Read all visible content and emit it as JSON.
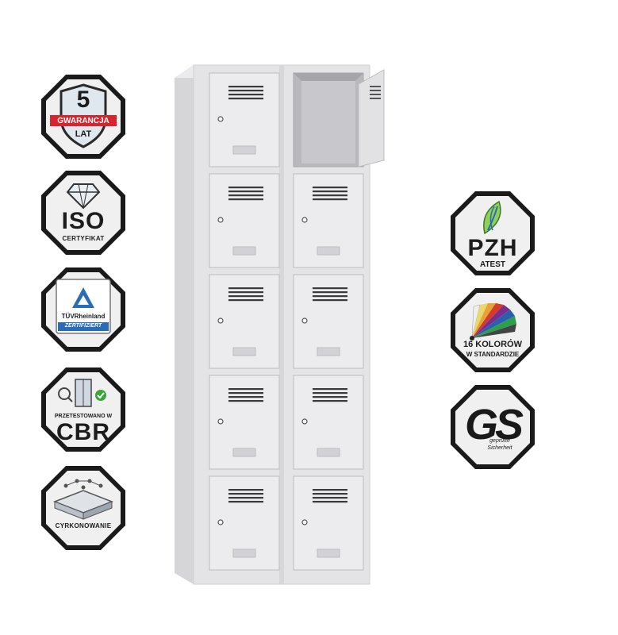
{
  "badges_left": [
    {
      "id": "warranty",
      "number": "5",
      "ribbon": "GWARANCJA",
      "sub": "LAT",
      "icon": "shield-icon"
    },
    {
      "id": "iso",
      "title": "ISO",
      "sub": "CERTYFIKAT",
      "icon": "diamond-icon"
    },
    {
      "id": "tuv",
      "brand": "TÜVRheinland",
      "sub": "ZERTIFIZIERT",
      "icon": "tuv-triangle-icon"
    },
    {
      "id": "cbr",
      "top": "PRZETESTOWANO W",
      "title": "CBR",
      "icon": "locker-test-icon"
    },
    {
      "id": "zinc",
      "sub": "CYRKONOWANIE",
      "icon": "coating-layers-icon"
    }
  ],
  "badges_right": [
    {
      "id": "pzh",
      "title": "PZH",
      "sub": "ATEST",
      "icon": "leaf-dna-icon"
    },
    {
      "id": "colors",
      "title": "16 KOLORÓW",
      "sub": "W STANDARDZIE",
      "icon": "color-fan-icon"
    },
    {
      "id": "gs",
      "title": "GS",
      "sub1": "geprüfte",
      "sub2": "Sicherheit",
      "icon": "gs-mark-icon"
    }
  ],
  "colors": {
    "badge_border": "#1a1a1a",
    "badge_fill": "#f0f0f0",
    "ribbon": "#d9232d",
    "tuv_blue": "#2a6cb5",
    "check_green": "#3aa635",
    "locker_body": "#e4e4e6",
    "locker_door": "#ececee",
    "locker_shadow": "#c9c9cc"
  },
  "locker": {
    "columns": 2,
    "rows": 5,
    "open_door": "top-right"
  }
}
